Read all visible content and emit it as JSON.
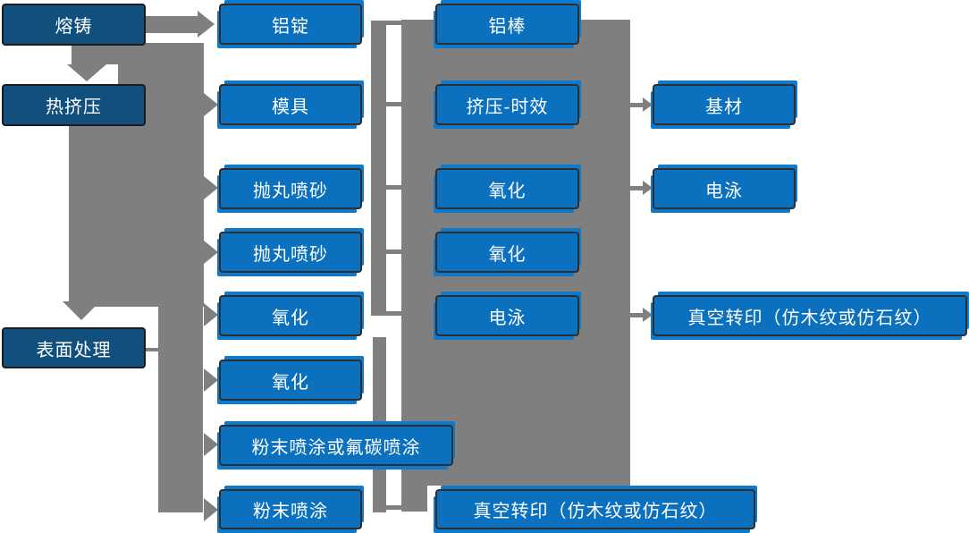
{
  "flowchart": {
    "col1": [
      {
        "label": "熔铸"
      },
      {
        "label": "热挤压"
      },
      {
        "label": "表面处理"
      }
    ],
    "col2": [
      {
        "label": "铝锭"
      },
      {
        "label": "模具"
      },
      {
        "label": "抛丸喷砂"
      },
      {
        "label": "抛丸喷砂"
      },
      {
        "label": "氧化"
      },
      {
        "label": "氧化"
      },
      {
        "label": "粉末喷涂或氟碳喷涂"
      },
      {
        "label": "粉末喷涂"
      }
    ],
    "col3": [
      {
        "label": "铝棒"
      },
      {
        "label": "挤压-时效"
      },
      {
        "label": "氧化"
      },
      {
        "label": "氧化"
      },
      {
        "label": "电泳"
      },
      {
        "label": "真空转印（仿木纹或仿石纹）"
      }
    ],
    "col4": [
      {
        "label": "基材"
      },
      {
        "label": "电泳"
      },
      {
        "label": "真空转印（仿木纹或仿石纹）"
      }
    ]
  },
  "colors": {
    "node_blue": "#0b70bd",
    "node_blue_accent": "#0d7ace",
    "node_dark_blue": "#114f7d",
    "connector_gray": "#7f7f7f",
    "node_border": "#2e2e2e",
    "text": "#ffffff"
  }
}
